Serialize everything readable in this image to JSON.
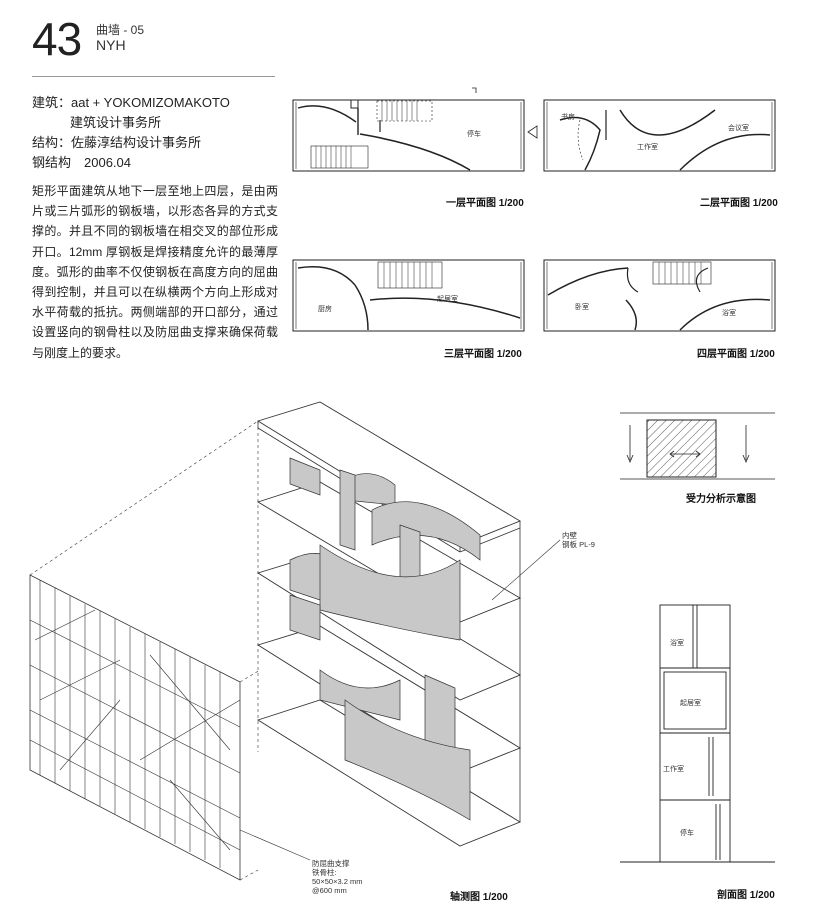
{
  "header": {
    "number": "43",
    "category": "曲墙 - 05",
    "code": "NYH"
  },
  "credits": {
    "architect": "建筑：aat + YOKOMIZOMAKOTO",
    "architect_office": "建筑设计事务所",
    "structure": "结构：佐藤淳结构设计事务所",
    "structure_type": "钢结构　2006.04"
  },
  "description": "矩形平面建筑从地下一层至地上四层，是由两片或三片弧形的钢板墙，以形态各异的方式支撑的。并且不同的钢板墙在相交叉的部位形成开口。12mm 厚钢板是焊接精度允许的最薄厚度。弧形的曲率不仅使钢板在高度方向的屈曲得到控制，并且可以在纵横两个方向上形成对水平荷载的抵抗。两侧端部的开口部分，通过设置竖向的钢骨柱以及防屈曲支撑来确保荷载与刚度上的要求。",
  "plans": {
    "floor1": {
      "caption": "一层平面图 1/200",
      "rooms": [
        "停车"
      ]
    },
    "floor2": {
      "caption": "二层平面图 1/200",
      "rooms": [
        "书房",
        "会议室",
        "工作室"
      ]
    },
    "floor3": {
      "caption": "三层平面图 1/200",
      "rooms": [
        "厨房",
        "起居室"
      ]
    },
    "floor4": {
      "caption": "四层平面图 1/200",
      "rooms": [
        "卧室",
        "浴室"
      ]
    }
  },
  "force_diagram": {
    "caption": "受力分析示意图"
  },
  "axonometric": {
    "caption": "轴测图 1/200",
    "wall_note": [
      "内壁",
      "钢板 PL-9"
    ],
    "brace_note": [
      "防屈曲支撑",
      "铁骨柱:",
      "50×50×3.2 mm",
      "@600 mm"
    ]
  },
  "section": {
    "caption": "剖面图 1/200",
    "rooms": [
      "浴室",
      "起居室",
      "工作室",
      "停车"
    ]
  }
}
